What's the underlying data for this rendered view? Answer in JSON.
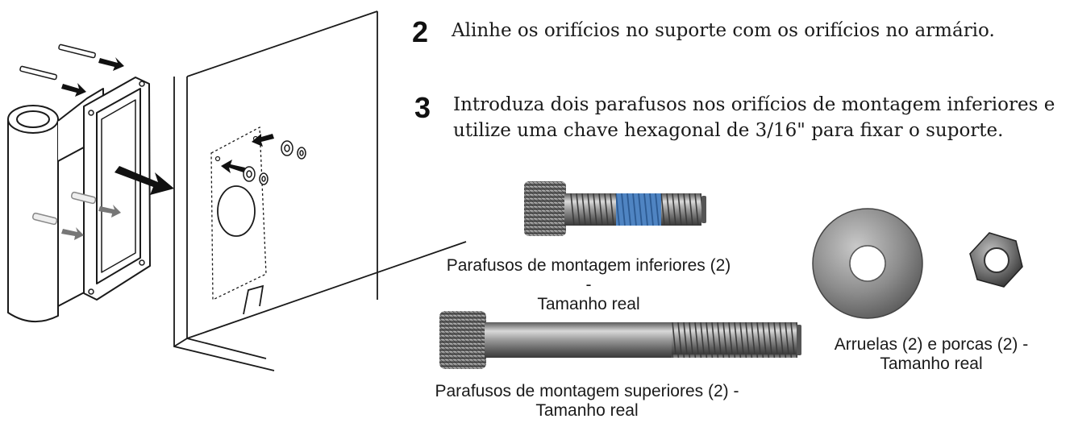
{
  "steps": [
    {
      "number": "2",
      "text": "Alinhe os orifícios no suporte com os orifícios no armário."
    },
    {
      "number": "3",
      "text_line1": "Introduza dois parafusos nos orifícios de montagem inferiores e",
      "text_line2": "utilize uma chave hexagonal de 3/16\" para fixar o suporte."
    }
  ],
  "captions": {
    "lower_bolts_line1": "Parafusos de montagem inferiores (2) -",
    "lower_bolts_line2": "Tamanho real",
    "upper_bolts_line1": "Parafusos de montagem superiores (2) -",
    "upper_bolts_line2": "Tamanho real",
    "washers_nuts_line1": "Arruelas (2) e porcas (2) -",
    "washers_nuts_line2": "Tamanho real"
  },
  "colors": {
    "line": "#1a1a1a",
    "bolt_metal": "#8a8a8a",
    "thread_lock": "#3f76b8",
    "gray_arrow": "#777777"
  },
  "icons": [
    "bracket-illustration",
    "cabinet-illustration",
    "lower-bolt-photo",
    "upper-bolt-photo",
    "washer-photo",
    "nut-photo"
  ]
}
